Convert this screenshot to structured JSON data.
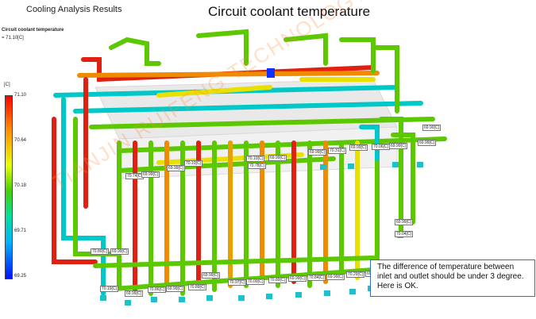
{
  "header": {
    "app_title": "Cooling Analysis Results",
    "plot_title": "Circuit coolant temperature"
  },
  "result": {
    "name": "Circuit coolant temperature",
    "max_label": "= 71.10[C]"
  },
  "legend": {
    "unit": "[C]",
    "ticks": [
      "71.10",
      "70.64",
      "70.18",
      "69.71",
      "69.25"
    ]
  },
  "probes": [
    {
      "label": "69.90[C]"
    },
    {
      "label": "69.99[C]"
    },
    {
      "label": "69.99[C]"
    },
    {
      "label": "70.31[C]"
    },
    {
      "label": "69.99[C]"
    },
    {
      "label": "69.99[C]"
    },
    {
      "label": "70.06[C]"
    },
    {
      "label": "70.10[C]"
    },
    {
      "label": "69.99[C]"
    },
    {
      "label": "70.78[C]"
    },
    {
      "label": "69.99[C]"
    },
    {
      "label": "70.10[C]"
    },
    {
      "label": "70.74[C]"
    },
    {
      "label": "69.99[C]"
    },
    {
      "label": "69.99[C]"
    },
    {
      "label": "70.04[C]"
    },
    {
      "label": "70.80[C]"
    },
    {
      "label": "69.99[C]"
    },
    {
      "label": "70.19[C]"
    },
    {
      "label": "69.99[C]"
    },
    {
      "label": "70.86[C]"
    },
    {
      "label": "69.99[C]"
    },
    {
      "label": "70.89[C]"
    },
    {
      "label": "69.99[C]"
    },
    {
      "label": "70.97[C]"
    },
    {
      "label": "70.00[C]"
    },
    {
      "label": "70.89[C]"
    },
    {
      "label": "69.99[C]"
    },
    {
      "label": "70.84[C]"
    },
    {
      "label": "69.99[C]"
    },
    {
      "label": "70.29[C]"
    },
    {
      "label": "69.99[C]"
    }
  ],
  "note": {
    "lines": [
      "The difference of temperature between",
      "inlet and outlet should be under 3 degree.",
      "Here is OK."
    ]
  },
  "watermark": {
    "text": "TIANJIN RUIFENG TECHNOLOGY"
  },
  "colors": {
    "hot": "#e02010",
    "warm": "#f08a00",
    "mid": "#5cc800",
    "cool": "#00c8c8",
    "cold": "#1030ff"
  }
}
